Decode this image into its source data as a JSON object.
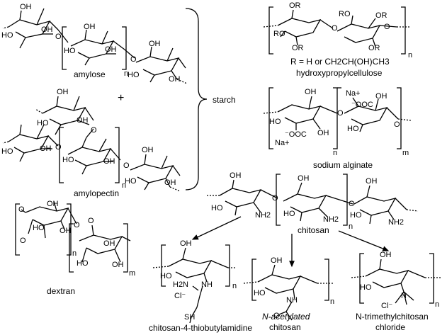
{
  "labels": {
    "amylose": "amylose",
    "amylopectin": "amylopectin",
    "starch": "starch",
    "plus": "+",
    "hpc_r_def": "R = H or CH2CH(OH)CH3",
    "hpc": "hydroxypropylcellulose",
    "na_alginate": "sodium alginate",
    "dextran": "dextran",
    "chitosan": "chitosan",
    "chitosan_tba": "chitosan-4-thiobutylamidine",
    "n_acetylated_1": "N-acetylated",
    "n_acetylated_2": "chitosan",
    "n_trimethyl_1": "N-trimethylchitosan",
    "n_trimethyl_2": "chloride"
  },
  "atoms": {
    "oh": "OH",
    "ho": "HO",
    "o": "O",
    "n": "n",
    "m": "m",
    "or": "OR",
    "ro": "RO",
    "na": "Na+",
    "ooc": "⁻OOC",
    "coo": "⁻OOC",
    "nh2": "NH2",
    "nh": "NH",
    "h2n": "H2N",
    "cl": "Cl⁻",
    "sh": "SH",
    "n_plus": "N"
  }
}
